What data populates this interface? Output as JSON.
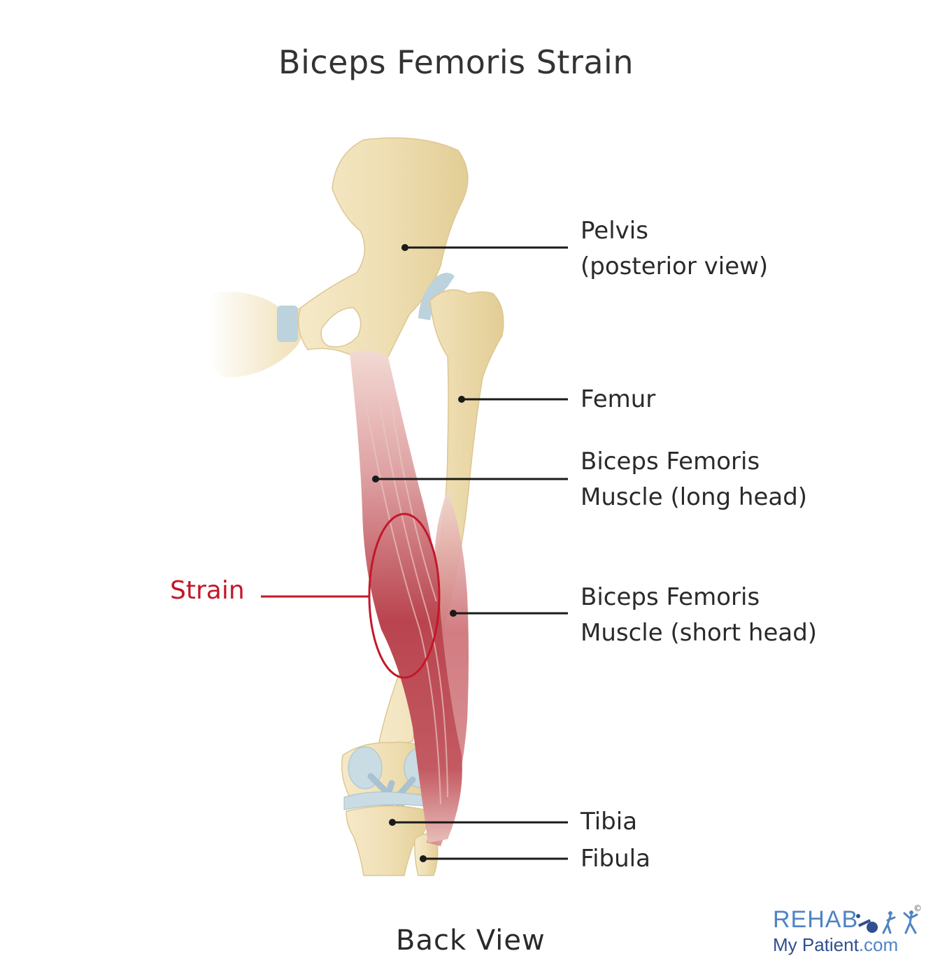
{
  "title": "Biceps Femoris Strain",
  "labels": {
    "pelvis_line1": "Pelvis",
    "pelvis_line2": "(posterior view)",
    "femur": "Femur",
    "long_head_line1": "Biceps Femoris",
    "long_head_line2": "Muscle (long head)",
    "short_head_line1": "Biceps Femoris",
    "short_head_line2": "Muscle (short head)",
    "tibia": "Tibia",
    "fibula": "Fibula",
    "strain": "Strain"
  },
  "footer": "Back View",
  "logo": {
    "line1": "REHAB",
    "line2_a": "My Patient",
    "line2_b": ".com",
    "copyright": "©"
  },
  "colors": {
    "bone": "#efdfb4",
    "muscle": "#b5434e",
    "cartilage": "#bcd2dc",
    "strain": "#c2182a",
    "leader": "#1a1a1a",
    "logo_blue": "#4f83c4"
  }
}
